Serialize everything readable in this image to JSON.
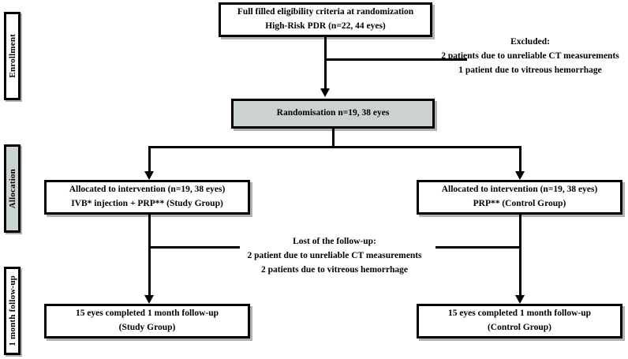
{
  "diagram": {
    "title": "CONSORT participant flow diagram",
    "colors": {
      "stroke": "#000000",
      "box_fill": "#ffffff",
      "highlight_fill": "#ccd2d0"
    },
    "stages": [
      {
        "id": "enrollment",
        "label": "Enrollment",
        "fill": "white"
      },
      {
        "id": "allocation",
        "label": "Allocation",
        "fill": "gray"
      },
      {
        "id": "follow-up",
        "label": "1 month follow-up",
        "fill": "white"
      }
    ],
    "nodes": {
      "eligibility": {
        "line1": "Full filled eligibility criteria at randomization",
        "line2": "High-Risk PDR (n=22, 44 eyes)"
      },
      "randomisation": {
        "line1": "Randomisation n=19, 38 eyes"
      },
      "allocated_study": {
        "line1": "Allocated to intervention (n=19, 38 eyes)",
        "line2": "IVB* injection + PRP** (Study Group)"
      },
      "allocated_control": {
        "line1": "Allocated to intervention (n=19, 38 eyes)",
        "line2": "PRP** (Control Group)"
      },
      "completed_study": {
        "line1": "15 eyes completed 1 month follow-up",
        "line2": "(Study Group)"
      },
      "completed_control": {
        "line1": "15 eyes completed 1 month follow-up",
        "line2": "(Control Group)"
      }
    },
    "notes": {
      "excluded": {
        "heading": "Excluded:",
        "line1": "2 patients due to unreliable CT measurements",
        "line2": "1 patient due to vitreous hemorrhage"
      },
      "lost": {
        "heading": "Lost of the follow-up:",
        "line1": "2 patient due to unreliable CT measurements",
        "line2": "2 patients due to vitreous hemorrhage"
      }
    }
  }
}
